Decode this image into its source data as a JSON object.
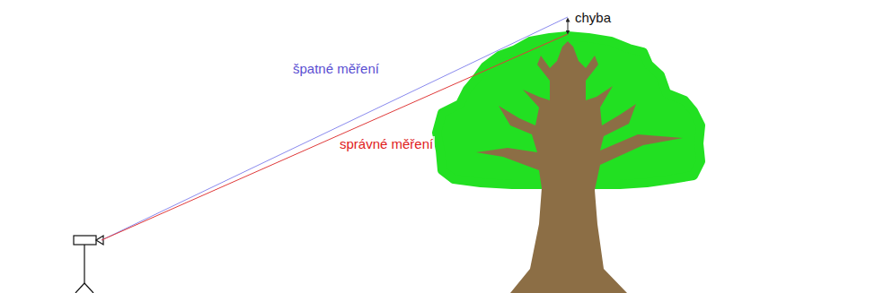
{
  "diagram": {
    "labels": [
      "chyba",
      "špatné měření",
      "správné měření"
    ]
  }
}
